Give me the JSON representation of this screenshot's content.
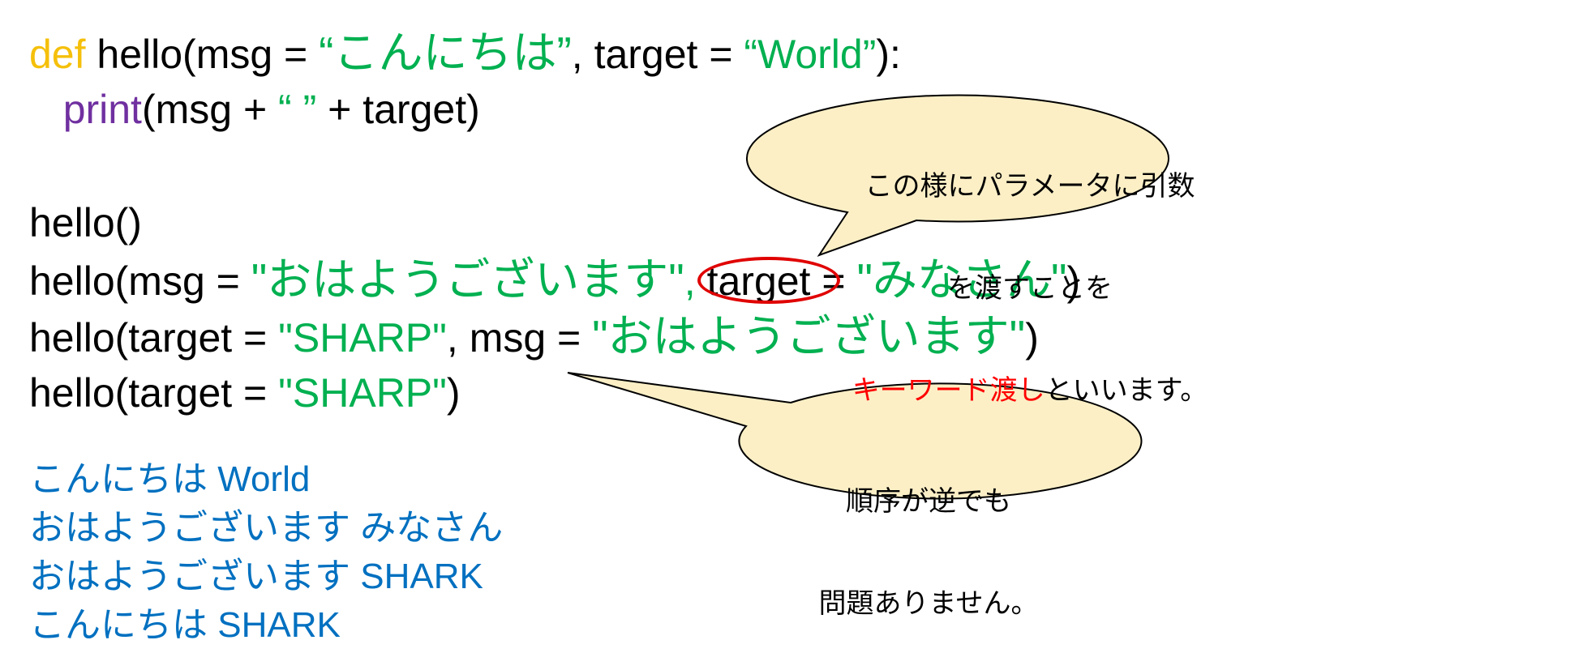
{
  "code": {
    "l1_def": "def",
    "l1_a": " hello(msg = ",
    "l1_msg_default": "“こんにちは”",
    "l1_b": ", target = ",
    "l1_target_default": "“World”",
    "l1_c": "):",
    "l2_indent": "   ",
    "l2_print": "print",
    "l2_a": "(msg + ",
    "l2_space_str": "“ ”",
    "l2_b": " + target)",
    "l3": "hello()",
    "l4_a": "hello(msg = ",
    "l4_str1": "\"おはようございます\"",
    "l4_b": ", ",
    "l4_kw": "target",
    "l4_c": " = ",
    "l4_str2": "\"みなさん\"",
    "l4_d": ")",
    "l5_a": "hello(target = ",
    "l5_str1": "\"SHARP\"",
    "l5_b": ", msg = ",
    "l5_str2": "\"おはようございます\"",
    "l5_c": ")",
    "l6_a": "hello(target = ",
    "l6_str1": "\"SHARP\"",
    "l6_b": ")"
  },
  "output": [
    "こんにちは World",
    "おはようございます みなさん",
    "おはようございます SHARK",
    "こんにちは SHARK"
  ],
  "callout_top": {
    "line1": "この様にパラメータに引数",
    "line2": "を渡すことを",
    "line3_red": "キーワード渡し",
    "line3_rest": "といいます。"
  },
  "callout_bottom": {
    "line1": "順序が逆でも",
    "line2": "問題ありません。"
  },
  "colors": {
    "keyword_def": "#f5c00b",
    "keyword_print": "#7030a0",
    "string": "#00b050",
    "output": "#0070c0",
    "highlight": "#ff0000",
    "callout_fill": "#fcefc6"
  }
}
